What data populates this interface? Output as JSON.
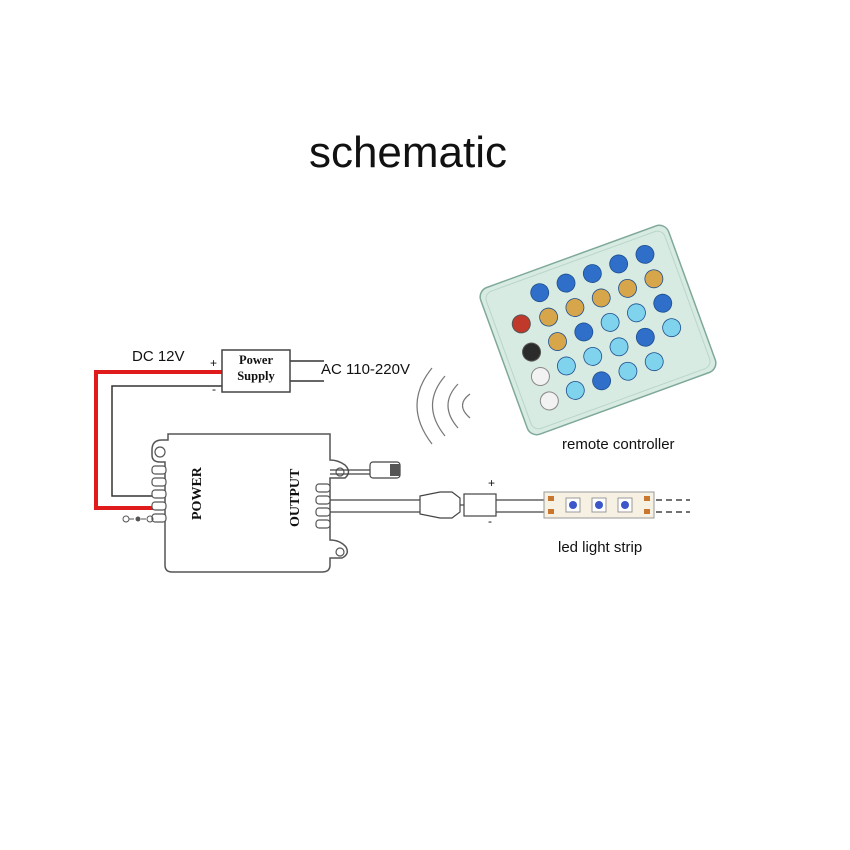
{
  "title": "schematic",
  "labels": {
    "dc": "DC 12V",
    "ac": "AC 110-220V",
    "remote": "remote controller",
    "strip": "led light strip",
    "power_supply_line1": "Power",
    "power_supply_line2": "Supply",
    "controller_power": "POWER",
    "controller_output": "OUTPUT",
    "plus": "+",
    "minus": "-",
    "strip_plus": "+",
    "strip_minus": "-"
  },
  "colors": {
    "positive_wire": "#e01b1b",
    "negative_wire": "#333333",
    "remote_body": "#d8ebe2",
    "button_blue": "#2f6fc9",
    "button_cyan": "#7fd3ec",
    "button_amber": "#d8a64a",
    "strip_body": "#f7f1e3",
    "led": "#3b57c9"
  },
  "icons": [
    "remote-signal-icon",
    "led-icon",
    "dc-jack-icon"
  ]
}
